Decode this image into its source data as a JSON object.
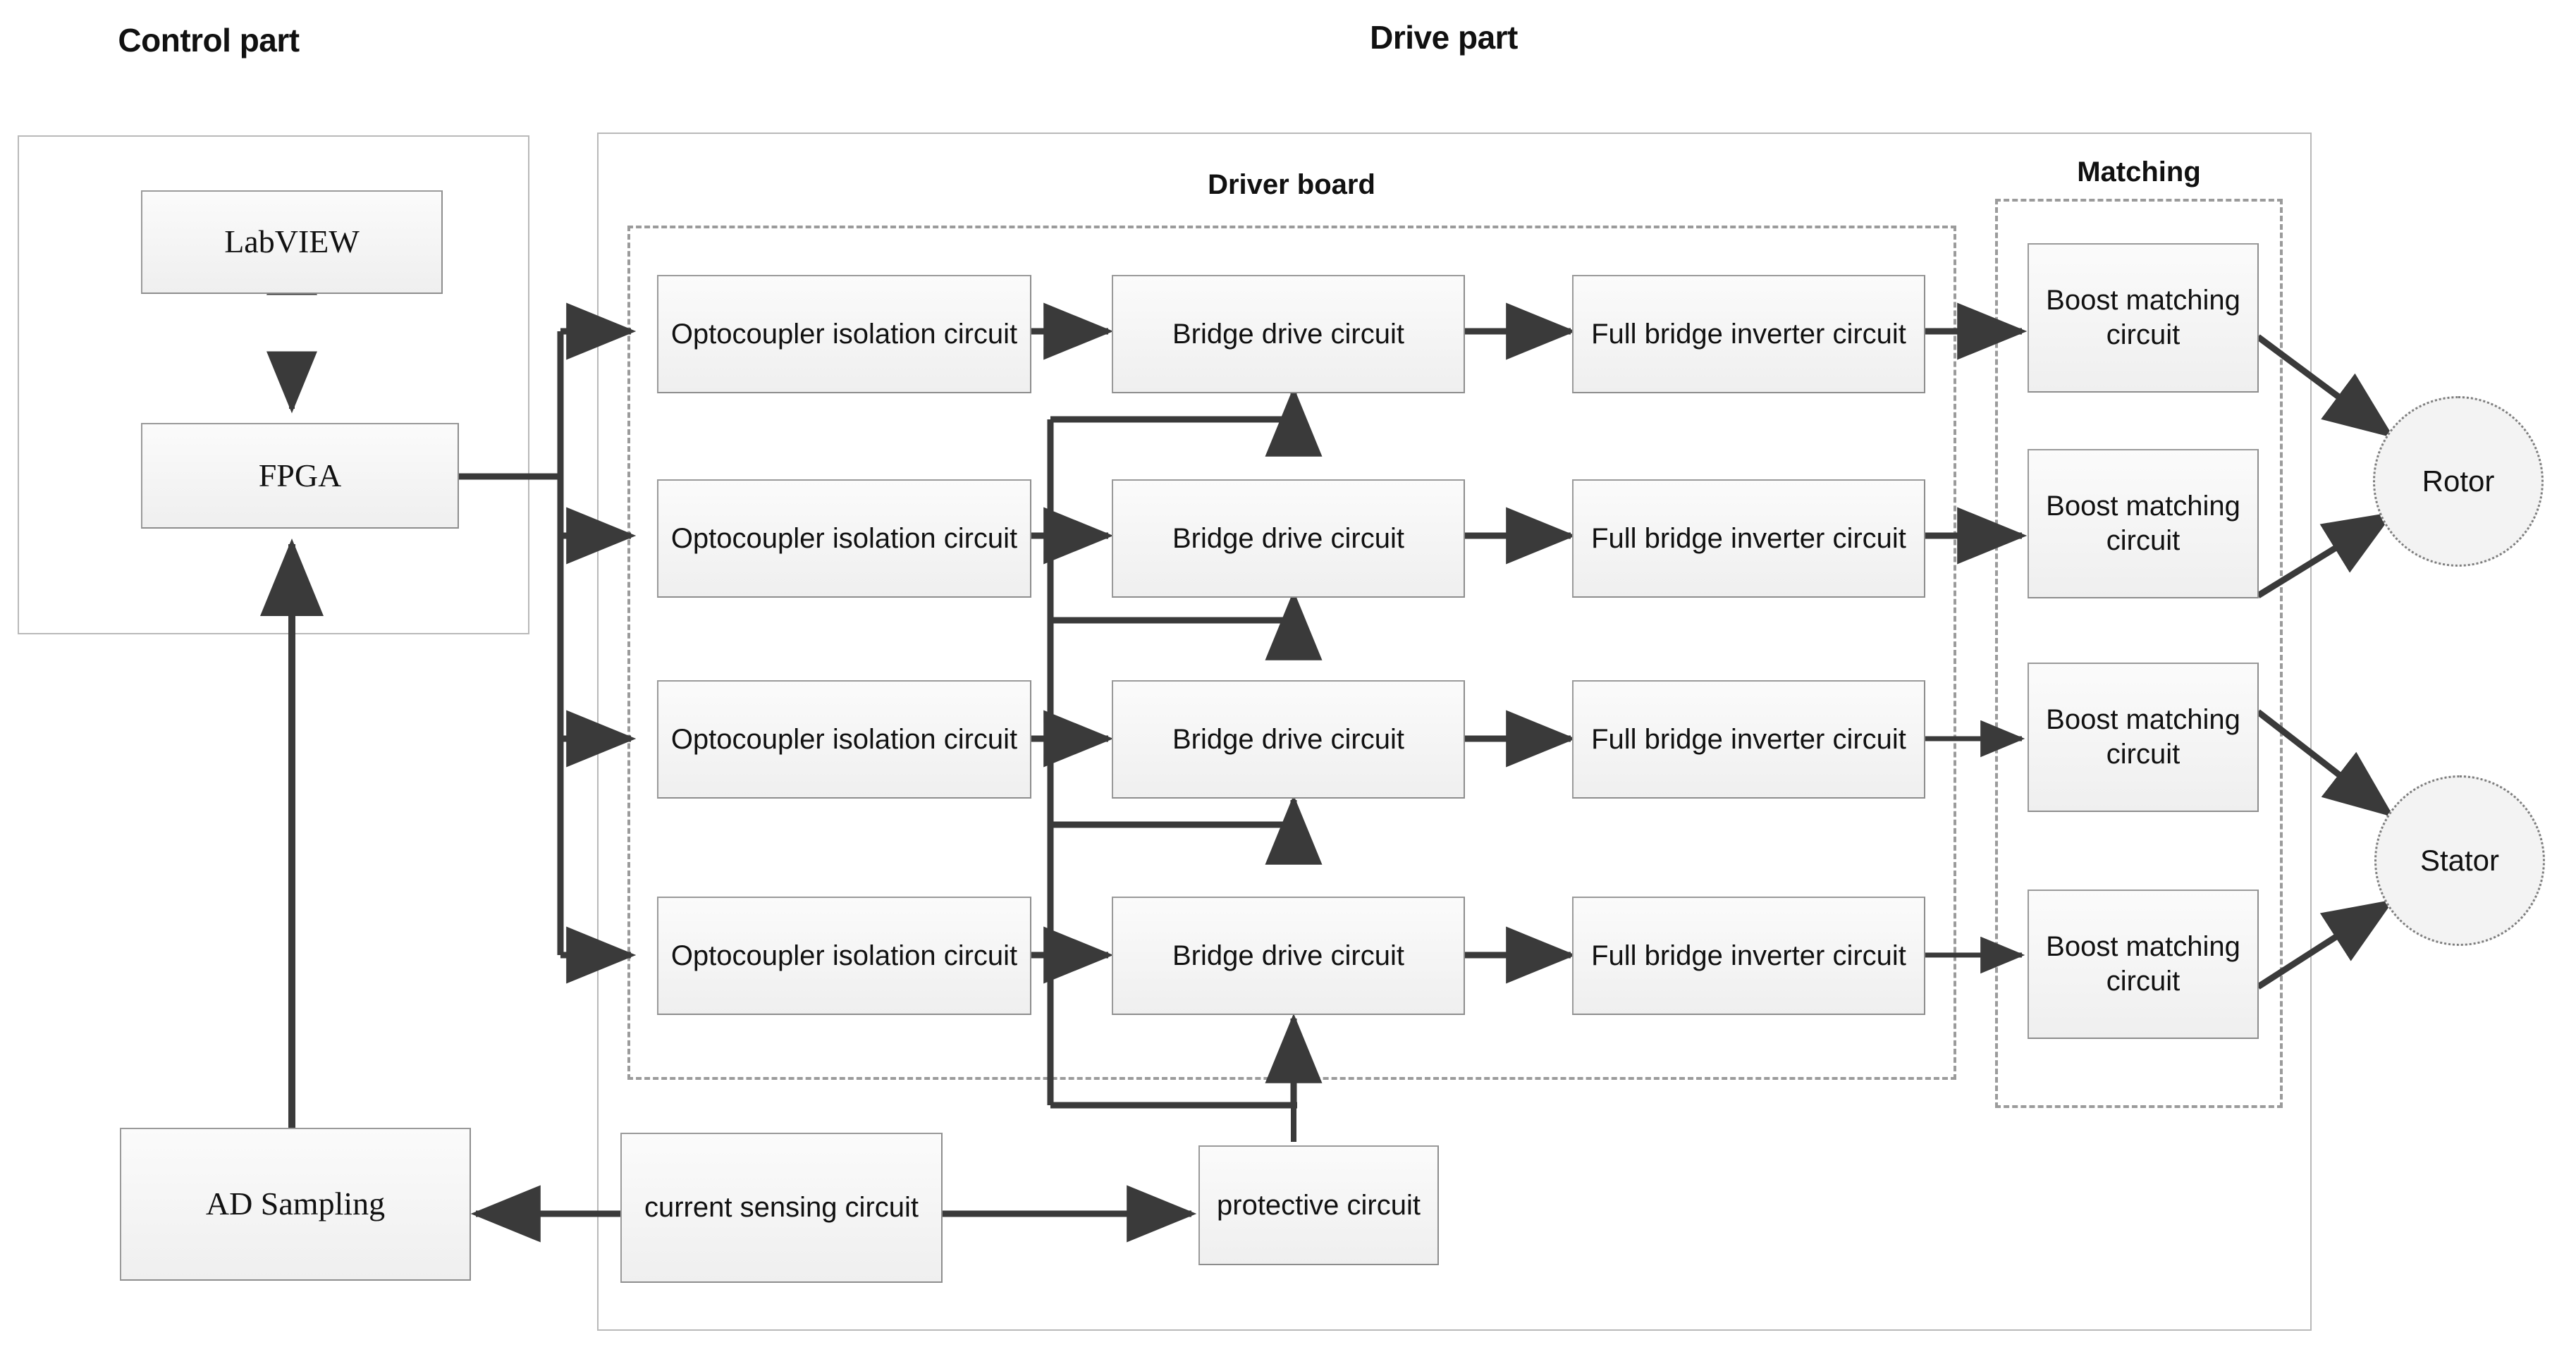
{
  "diagram": {
    "sections": [
      {
        "id": "control",
        "title": "Control part"
      },
      {
        "id": "drive",
        "title": "Drive part"
      }
    ],
    "groups": [
      {
        "id": "driver-board",
        "title": "Driver board"
      },
      {
        "id": "matching",
        "title": "Matching"
      }
    ],
    "control_nodes": [
      {
        "id": "labview",
        "label": "LabVIEW"
      },
      {
        "id": "fpga",
        "label": "FPGA"
      },
      {
        "id": "ad-sampling",
        "label": "AD Sampling"
      }
    ],
    "channels": [
      {
        "index": 1,
        "optocoupler": "Optocoupler isolation circuit",
        "bridge_drive": "Bridge drive circuit",
        "full_bridge": "Full bridge inverter circuit",
        "boost": "Boost matching circuit"
      },
      {
        "index": 2,
        "optocoupler": "Optocoupler isolation circuit",
        "bridge_drive": "Bridge drive circuit",
        "full_bridge": "Full bridge inverter circuit",
        "boost": "Boost matching circuit"
      },
      {
        "index": 3,
        "optocoupler": "Optocoupler isolation circuit",
        "bridge_drive": "Bridge drive circuit",
        "full_bridge": "Full bridge inverter circuit",
        "boost": "Boost matching circuit"
      },
      {
        "index": 4,
        "optocoupler": "Optocoupler isolation circuit",
        "bridge_drive": "Bridge drive circuit",
        "full_bridge": "Full bridge inverter circuit",
        "boost": "Boost matching circuit"
      }
    ],
    "bottom_nodes": [
      {
        "id": "current-sensing",
        "label": "current sensing circuit"
      },
      {
        "id": "protective",
        "label": "protective circuit"
      }
    ],
    "loads": [
      {
        "id": "rotor",
        "label": "Rotor"
      },
      {
        "id": "stator",
        "label": "Stator"
      }
    ],
    "colors": {
      "node_fill_top": "#fbfbfb",
      "node_fill_bottom": "#efefef",
      "node_border": "#9a9a9a",
      "connector": "#3a3a3a",
      "frame_border": "#b9b9b9",
      "dashed_border": "#9b9b9b",
      "text": "#111111"
    }
  }
}
